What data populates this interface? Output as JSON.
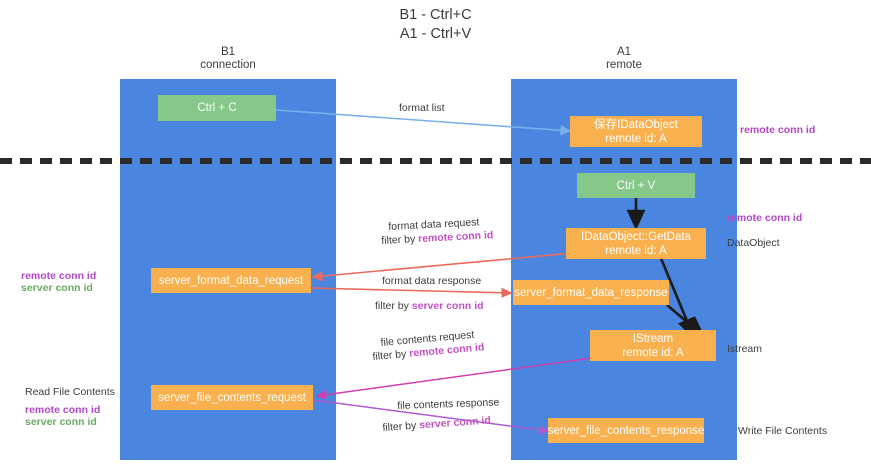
{
  "title": "B1 - Ctrl+C\nA1 - Ctrl+V",
  "columns": [
    {
      "name": "b1",
      "heading": "B1\nconnection"
    },
    {
      "name": "a1",
      "heading": "A1\nremote"
    }
  ],
  "nodes": {
    "ctrl_c": "Ctrl + C",
    "save_dataobject": "保存IDataObject\nremote id: A",
    "ctrl_v": "Ctrl + V",
    "getdata": "IDataObject::GetData\nremote id: A",
    "server_format_data_request": "server_format_data_request",
    "server_format_data_response": "server_format_data_response",
    "istream": "IStream\nremote id: A",
    "server_file_contents_request": "server_file_contents_request",
    "server_file_contents_response": "server_file_contents_response"
  },
  "edge_labels": {
    "format_list": "format list",
    "format_data_request": "format data request",
    "format_data_request_filter_prefix": "filter by ",
    "format_data_request_filter_value": "remote conn id",
    "format_data_response": "format data response",
    "format_data_response_filter_prefix": "filter by ",
    "format_data_response_filter_value": "server conn id",
    "file_contents_request": "file contents request",
    "file_contents_request_filter_prefix": "filter by ",
    "file_contents_request_filter_value": "remote conn id",
    "file_contents_response": "file contents response",
    "file_contents_response_filter_prefix": "filter by ",
    "file_contents_response_filter_value": "server conn id"
  },
  "annotations": {
    "right_remote_conn_id_top": "remote conn id",
    "right_remote_conn_id_mid": "remote conn id",
    "right_dataobject": "DataObject",
    "right_istream": "Istream",
    "right_write_file_contents": "Write File Contents",
    "left_remote_conn_id_mid": "remote conn id",
    "left_server_conn_id_mid": "server conn id",
    "left_read_file_contents": "Read File Contents",
    "left_remote_conn_id_bottom": "remote conn id",
    "left_server_conn_id_bottom": "server conn id"
  },
  "colors": {
    "column_fill": "#4a86e0",
    "node_green": "#85c88a",
    "node_orange": "#f9b04e",
    "edge_blue": "#79b0e8",
    "edge_red": "#ec6a5c",
    "edge_magenta": "#cf3fb0",
    "edge_purple": "#b05ad0",
    "edge_black": "#1a1a1a",
    "text_purple": "#b048c8",
    "text_green": "#6aaa64",
    "divider": "#2b2b2b"
  }
}
